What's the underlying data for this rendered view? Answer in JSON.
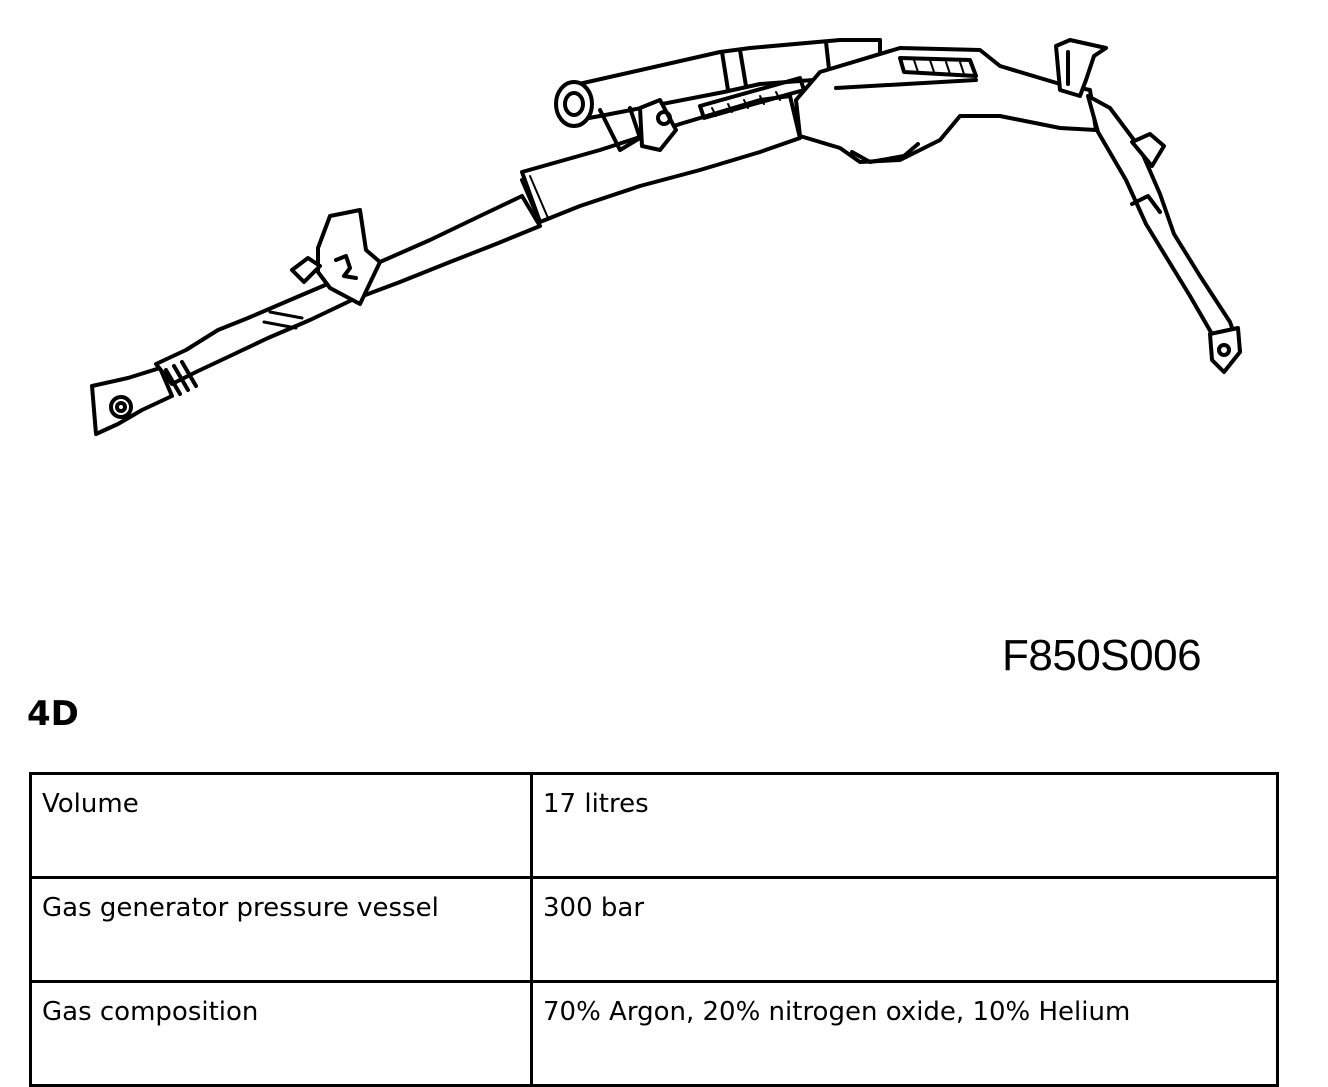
{
  "figure": {
    "code": "F850S006",
    "subject": "curtain-airbag-gas-generator-drawing"
  },
  "section": {
    "label": "4D"
  },
  "specs": {
    "rows": [
      {
        "property": "Volume",
        "value": "17 litres"
      },
      {
        "property": "Gas generator pressure vessel",
        "value": "300 bar"
      },
      {
        "property": "Gas composition",
        "value": "70% Argon, 20% nitrogen oxide, 10% Helium"
      }
    ]
  },
  "colors": {
    "ink": "#000000",
    "paper": "#ffffff"
  }
}
